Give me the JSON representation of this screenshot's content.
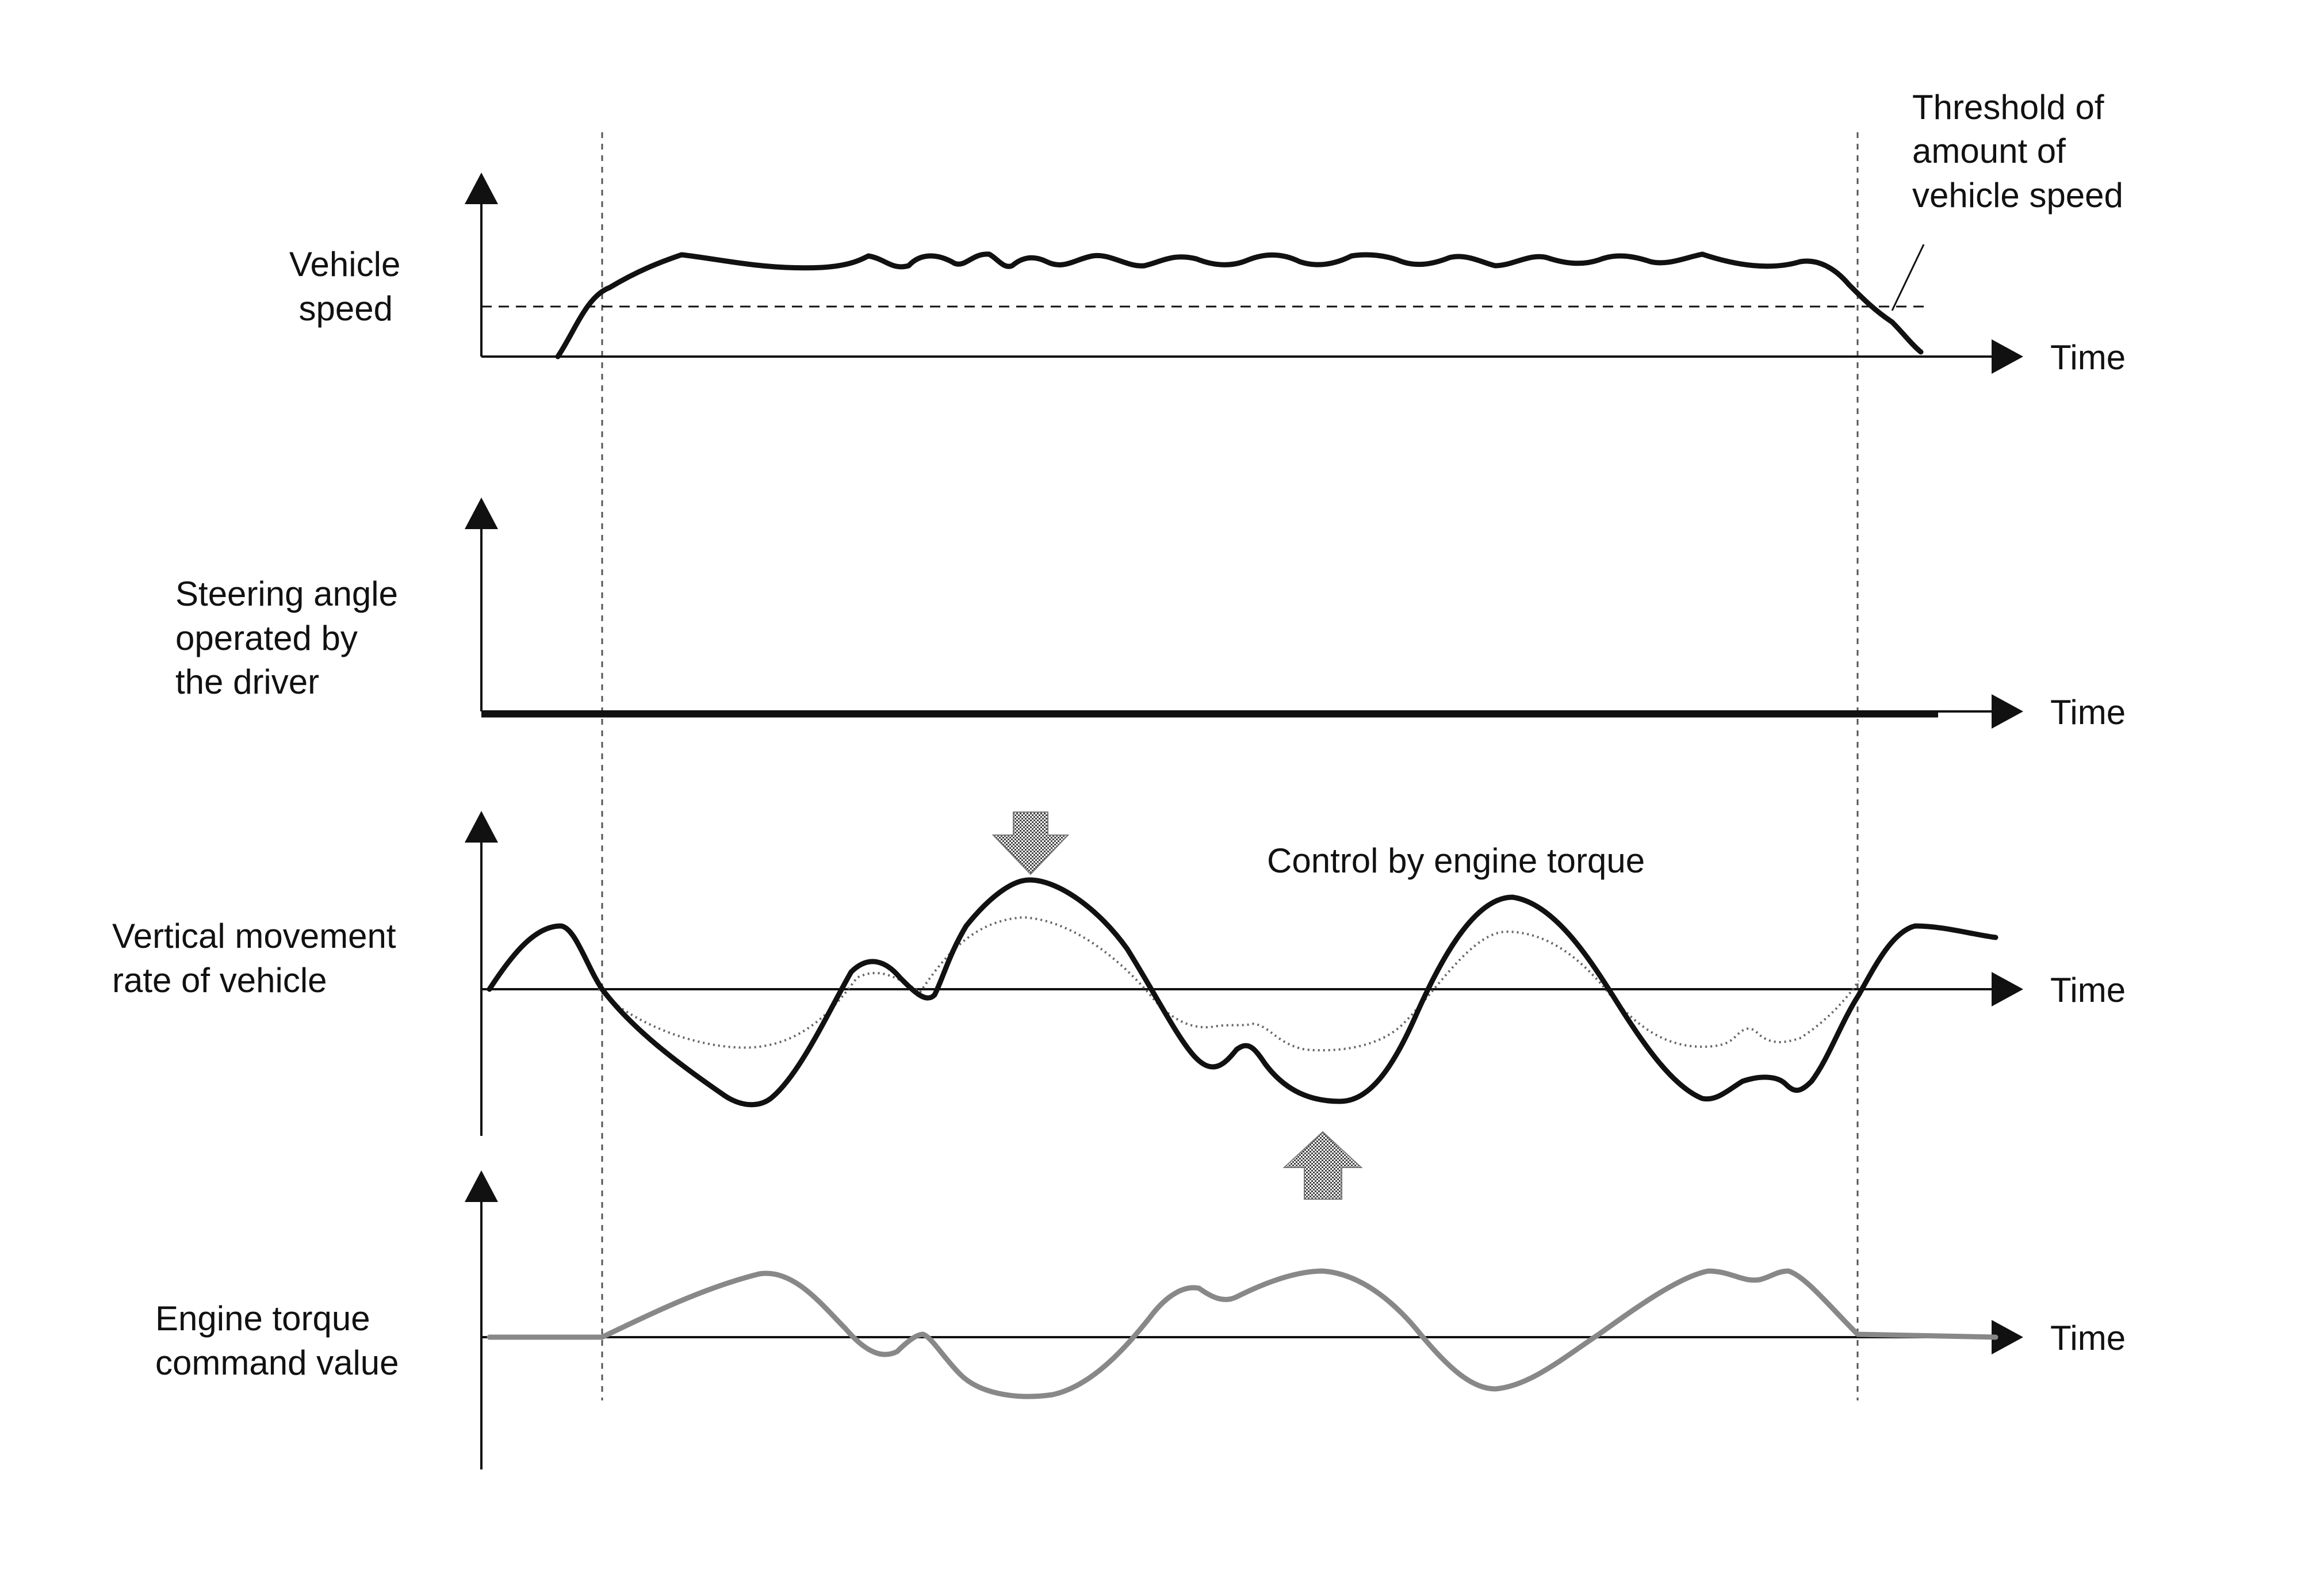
{
  "labels": {
    "vehicle_speed": [
      "Vehicle",
      "speed"
    ],
    "steering_angle": [
      "Steering angle",
      "operated by",
      "the driver"
    ],
    "vertical_movement": [
      "Vertical movement",
      "rate of vehicle"
    ],
    "engine_torque": [
      "Engine torque",
      "command value"
    ],
    "threshold": [
      "Threshold of",
      "amount of",
      "vehicle speed"
    ],
    "control": "Control by engine torque",
    "time": "Time"
  },
  "colors": {
    "line": "#111111",
    "dotted": "#666666",
    "torque": "#888888",
    "arrow_fill": "#8a8a8a"
  },
  "icons": {
    "axis_arrow": "arrow-up-icon",
    "time_arrow": "arrow-right-icon",
    "control_arrow_down": "shaded-arrow-down-icon",
    "control_arrow_up": "shaded-arrow-up-icon"
  }
}
